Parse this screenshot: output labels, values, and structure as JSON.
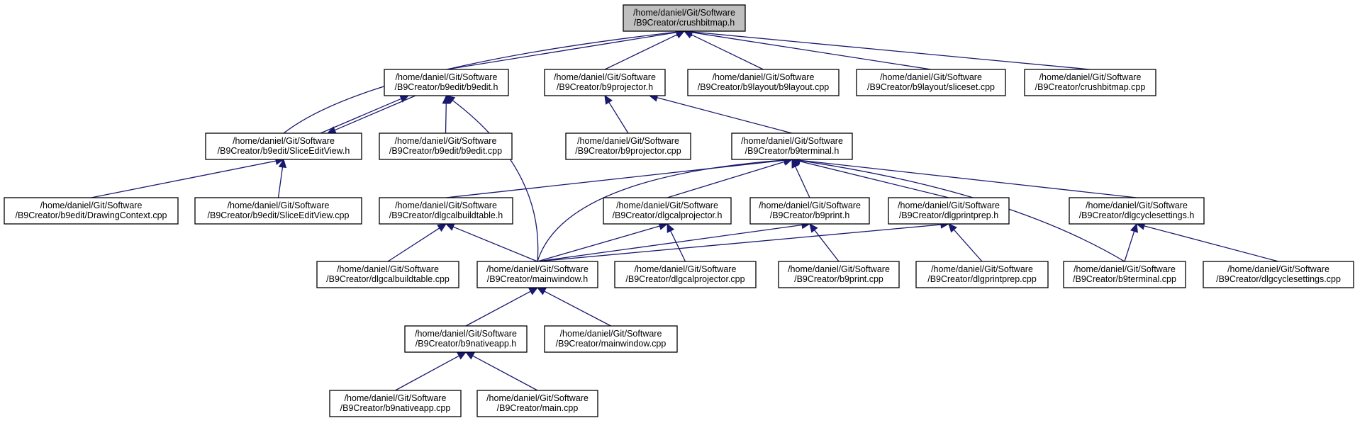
{
  "colors": {
    "edge": "#191970",
    "root_fill": "#bfbfbf",
    "node_fill": "#ffffff",
    "border": "#000000"
  },
  "nodes": {
    "crushbitmap_h": {
      "line1": "/home/daniel/Git/Software",
      "line2": "/B9Creator/crushbitmap.h"
    },
    "b9edit_h": {
      "line1": "/home/daniel/Git/Software",
      "line2": "/B9Creator/b9edit/b9edit.h"
    },
    "b9projector_h": {
      "line1": "/home/daniel/Git/Software",
      "line2": "/B9Creator/b9projector.h"
    },
    "b9layout_cpp": {
      "line1": "/home/daniel/Git/Software",
      "line2": "/B9Creator/b9layout/b9layout.cpp"
    },
    "sliceset_cpp": {
      "line1": "/home/daniel/Git/Software",
      "line2": "/B9Creator/b9layout/sliceset.cpp"
    },
    "crushbitmap_cpp": {
      "line1": "/home/daniel/Git/Software",
      "line2": "/B9Creator/crushbitmap.cpp"
    },
    "sliceeditview_h": {
      "line1": "/home/daniel/Git/Software",
      "line2": "/B9Creator/b9edit/SliceEditView.h"
    },
    "b9edit_cpp": {
      "line1": "/home/daniel/Git/Software",
      "line2": "/B9Creator/b9edit/b9edit.cpp"
    },
    "b9projector_cpp": {
      "line1": "/home/daniel/Git/Software",
      "line2": "/B9Creator/b9projector.cpp"
    },
    "b9terminal_h": {
      "line1": "/home/daniel/Git/Software",
      "line2": "/B9Creator/b9terminal.h"
    },
    "drawingcontext_cpp": {
      "line1": "/home/daniel/Git/Software",
      "line2": "/B9Creator/b9edit/DrawingContext.cpp"
    },
    "sliceeditview_cpp": {
      "line1": "/home/daniel/Git/Software",
      "line2": "/B9Creator/b9edit/SliceEditView.cpp"
    },
    "dlgcalbuildtable_h": {
      "line1": "/home/daniel/Git/Software",
      "line2": "/B9Creator/dlgcalbuildtable.h"
    },
    "dlgcalprojector_h": {
      "line1": "/home/daniel/Git/Software",
      "line2": "/B9Creator/dlgcalprojector.h"
    },
    "b9print_h": {
      "line1": "/home/daniel/Git/Software",
      "line2": "/B9Creator/b9print.h"
    },
    "dlgprintprep_h": {
      "line1": "/home/daniel/Git/Software",
      "line2": "/B9Creator/dlgprintprep.h"
    },
    "dlgcyclesettings_h": {
      "line1": "/home/daniel/Git/Software",
      "line2": "/B9Creator/dlgcyclesettings.h"
    },
    "dlgcalbuildtable_cpp": {
      "line1": "/home/daniel/Git/Software",
      "line2": "/B9Creator/dlgcalbuildtable.cpp"
    },
    "mainwindow_h": {
      "line1": "/home/daniel/Git/Software",
      "line2": "/B9Creator/mainwindow.h"
    },
    "dlgcalprojector_cpp": {
      "line1": "/home/daniel/Git/Software",
      "line2": "/B9Creator/dlgcalprojector.cpp"
    },
    "b9print_cpp": {
      "line1": "/home/daniel/Git/Software",
      "line2": "/B9Creator/b9print.cpp"
    },
    "dlgprintprep_cpp": {
      "line1": "/home/daniel/Git/Software",
      "line2": "/B9Creator/dlgprintprep.cpp"
    },
    "b9terminal_cpp": {
      "line1": "/home/daniel/Git/Software",
      "line2": "/B9Creator/b9terminal.cpp"
    },
    "dlgcyclesettings_cpp": {
      "line1": "/home/daniel/Git/Software",
      "line2": "/B9Creator/dlgcyclesettings.cpp"
    },
    "b9nativeapp_h": {
      "line1": "/home/daniel/Git/Software",
      "line2": "/B9Creator/b9nativeapp.h"
    },
    "mainwindow_cpp": {
      "line1": "/home/daniel/Git/Software",
      "line2": "/B9Creator/mainwindow.cpp"
    },
    "b9nativeapp_cpp": {
      "line1": "/home/daniel/Git/Software",
      "line2": "/B9Creator/b9nativeapp.cpp"
    },
    "main_cpp": {
      "line1": "/home/daniel/Git/Software",
      "line2": "/B9Creator/main.cpp"
    }
  },
  "edges": [
    {
      "from": "b9edit_h",
      "to": "crushbitmap_h"
    },
    {
      "from": "b9projector_h",
      "to": "crushbitmap_h"
    },
    {
      "from": "b9layout_cpp",
      "to": "crushbitmap_h"
    },
    {
      "from": "sliceset_cpp",
      "to": "crushbitmap_h"
    },
    {
      "from": "crushbitmap_cpp",
      "to": "crushbitmap_h"
    },
    {
      "from": "sliceeditview_h",
      "to": "crushbitmap_h"
    },
    {
      "from": "sliceeditview_h",
      "to": "b9edit_h"
    },
    {
      "from": "b9edit_h",
      "to": "sliceeditview_h"
    },
    {
      "from": "b9edit_cpp",
      "to": "b9edit_h"
    },
    {
      "from": "mainwindow_h",
      "to": "b9edit_h"
    },
    {
      "from": "b9projector_cpp",
      "to": "b9projector_h"
    },
    {
      "from": "b9terminal_h",
      "to": "b9projector_h"
    },
    {
      "from": "drawingcontext_cpp",
      "to": "sliceeditview_h"
    },
    {
      "from": "sliceeditview_cpp",
      "to": "sliceeditview_h"
    },
    {
      "from": "dlgcalbuildtable_h",
      "to": "b9terminal_h"
    },
    {
      "from": "mainwindow_h",
      "to": "b9terminal_h"
    },
    {
      "from": "dlgcalprojector_h",
      "to": "b9terminal_h"
    },
    {
      "from": "b9print_h",
      "to": "b9terminal_h"
    },
    {
      "from": "dlgprintprep_h",
      "to": "b9terminal_h"
    },
    {
      "from": "dlgcyclesettings_h",
      "to": "b9terminal_h"
    },
    {
      "from": "b9terminal_cpp",
      "to": "b9terminal_h"
    },
    {
      "from": "dlgcalbuildtable_cpp",
      "to": "dlgcalbuildtable_h"
    },
    {
      "from": "mainwindow_h",
      "to": "dlgcalbuildtable_h"
    },
    {
      "from": "mainwindow_h",
      "to": "dlgcalprojector_h"
    },
    {
      "from": "dlgcalprojector_cpp",
      "to": "dlgcalprojector_h"
    },
    {
      "from": "mainwindow_h",
      "to": "b9print_h"
    },
    {
      "from": "b9print_cpp",
      "to": "b9print_h"
    },
    {
      "from": "mainwindow_h",
      "to": "dlgprintprep_h"
    },
    {
      "from": "dlgprintprep_cpp",
      "to": "dlgprintprep_h"
    },
    {
      "from": "b9terminal_cpp",
      "to": "dlgcyclesettings_h"
    },
    {
      "from": "dlgcyclesettings_cpp",
      "to": "dlgcyclesettings_h"
    },
    {
      "from": "b9nativeapp_h",
      "to": "mainwindow_h"
    },
    {
      "from": "mainwindow_cpp",
      "to": "mainwindow_h"
    },
    {
      "from": "b9nativeapp_cpp",
      "to": "b9nativeapp_h"
    },
    {
      "from": "main_cpp",
      "to": "b9nativeapp_h"
    }
  ]
}
